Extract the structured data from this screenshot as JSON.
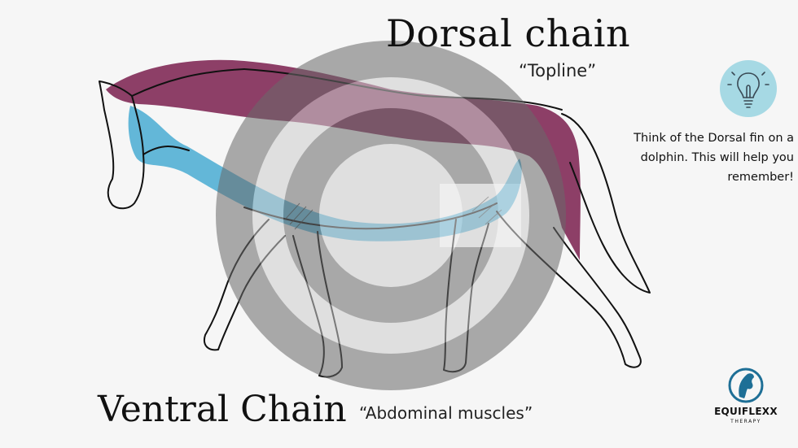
{
  "dorsal": {
    "title": "Dorsal chain",
    "subtitle": "“Topline”",
    "color": "#7a1f4e"
  },
  "ventral": {
    "title": "Ventral Chain",
    "subtitle": "“Abdominal muscles”",
    "color": "#3fa8d1"
  },
  "tip": {
    "icon": "lightbulb-icon",
    "text": "Think of the Dorsal fin on a dolphin. This will help you remember!"
  },
  "logo": {
    "name": "EQUIFLEXX",
    "tagline": "THERAPY",
    "icon": "horse-head-icon",
    "color": "#1e6f96"
  },
  "watermark": {
    "icon": "copyright-icon"
  },
  "illustration": {
    "icon": "horse-icon"
  }
}
